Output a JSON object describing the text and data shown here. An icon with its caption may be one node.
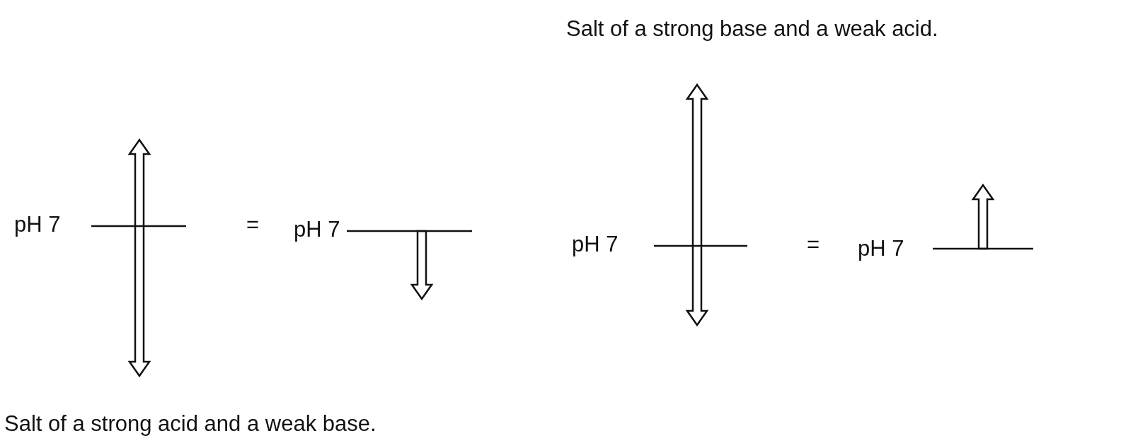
{
  "diagram": {
    "labels": [
      "Salt of a strong base and a weak acid.",
      "pH 7",
      "=",
      "pH 7",
      "pH 7",
      "=",
      "pH 7",
      "Salt of a strong acid and a weak base."
    ]
  }
}
